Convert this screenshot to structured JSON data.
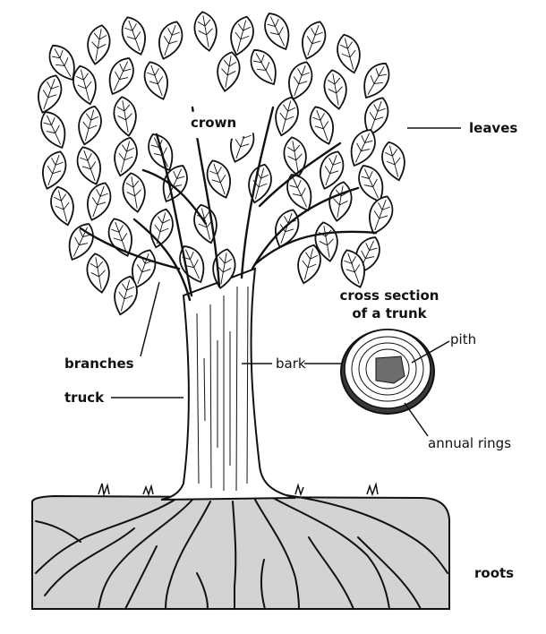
{
  "diagram": {
    "labels": {
      "crown": "crown",
      "leaves": "leaves",
      "cross_section_line1": "cross section",
      "cross_section_line2": "of a trunk",
      "pith": "pith",
      "bark": "bark",
      "branches": "branches",
      "truck": "truck",
      "annual_rings": "annual rings",
      "roots": "roots"
    },
    "colors": {
      "line": "#111111",
      "soil": "#d3d3d3",
      "pith": "#6e6e6e",
      "background": "#ffffff"
    }
  }
}
